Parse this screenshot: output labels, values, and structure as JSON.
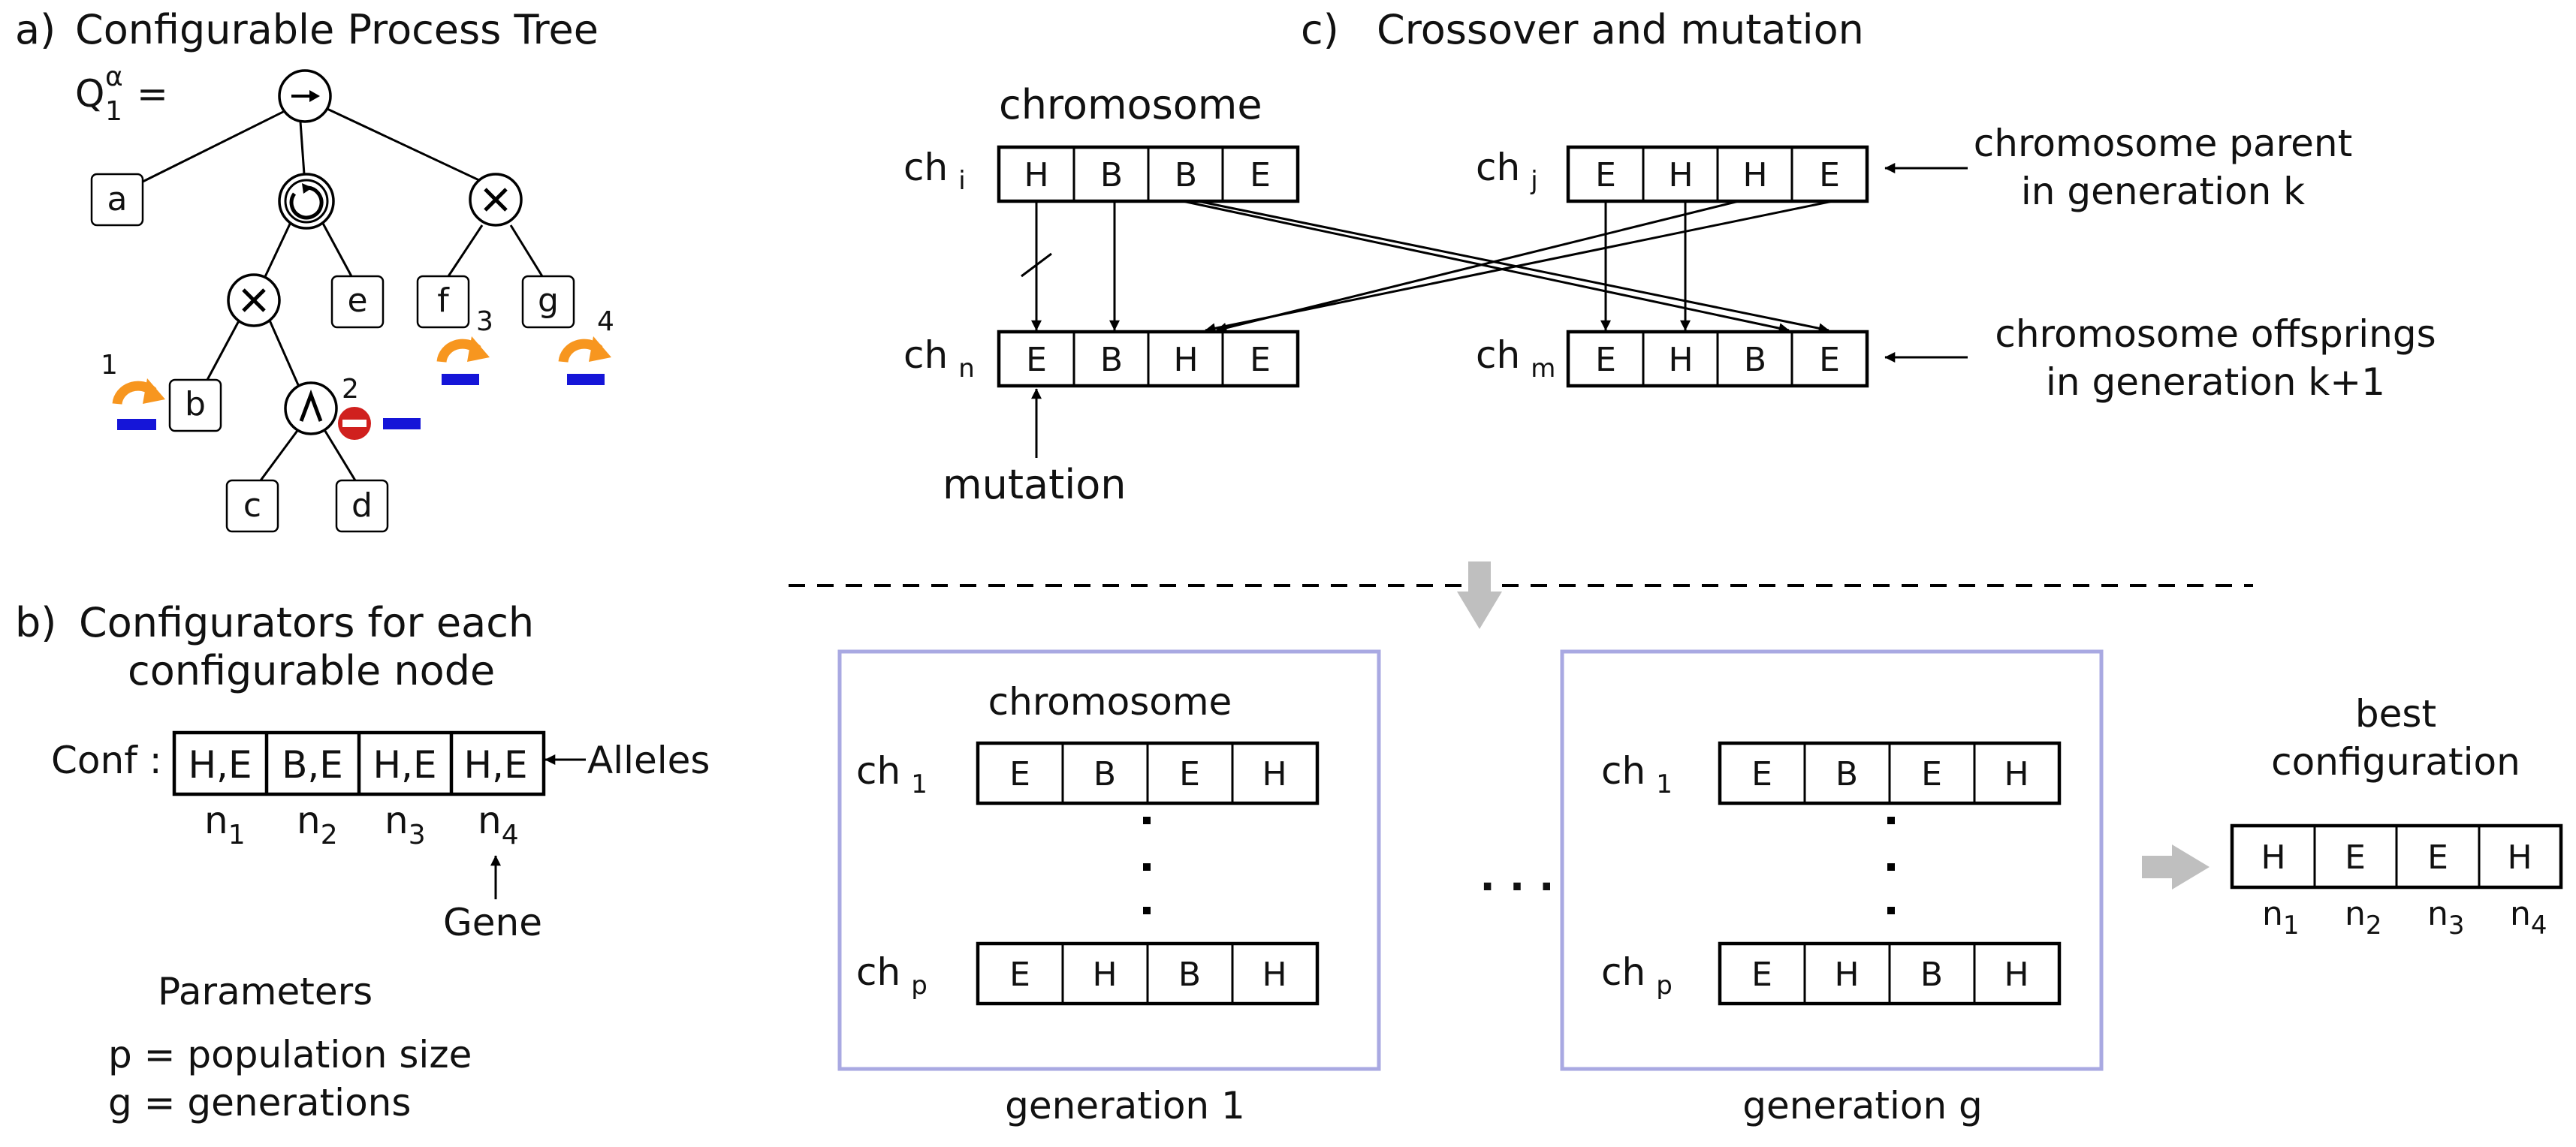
{
  "panel_a": {
    "letter": "a)",
    "title": "Configurable Process Tree",
    "tree_name": "Q",
    "tree_sup": "α",
    "tree_sub": "1",
    "tree_eq": "=",
    "leaves": {
      "a": "a",
      "b": "b",
      "c": "c",
      "d": "d",
      "e": "e",
      "f": "f",
      "g": "g"
    },
    "operators": {
      "root": "→",
      "loop": "↻",
      "xor_top": "×",
      "xor_left": "×",
      "and": "∧"
    },
    "config_nums": [
      "1",
      "2",
      "3",
      "4"
    ],
    "colors": {
      "hide_arrow": "#f7961f",
      "dash": "#1515d8",
      "block": "#d0201e"
    }
  },
  "panel_b": {
    "letter": "b)",
    "title_line1": "Configurators for each",
    "title_line2": "configurable node",
    "conf_label": "Conf :",
    "cells": [
      "H,E",
      "B,E",
      "H,E",
      "H,E"
    ],
    "node_labels": [
      {
        "base": "n",
        "sub": "1"
      },
      {
        "base": "n",
        "sub": "2"
      },
      {
        "base": "n",
        "sub": "3"
      },
      {
        "base": "n",
        "sub": "4"
      }
    ],
    "alleles_label": "Alleles",
    "gene_label": "Gene",
    "params_title": "Parameters",
    "param_p": "p = population size",
    "param_g": "g = generations"
  },
  "panel_c": {
    "letter": "c)",
    "title": "Crossover and mutation",
    "chromosome_label": "chromosome",
    "ch_base": "ch",
    "ch_i_sub": "i",
    "ch_j_sub": "j",
    "ch_n_sub": "n",
    "ch_m_sub": "m",
    "ch_i": [
      "H",
      "B",
      "B",
      "E"
    ],
    "ch_j": [
      "E",
      "H",
      "H",
      "E"
    ],
    "ch_n": [
      "E",
      "B",
      "H",
      "E"
    ],
    "ch_m": [
      "E",
      "H",
      "B",
      "E"
    ],
    "parent_line1": "chromosome parent",
    "parent_line2": "in generation k",
    "offspring_line1": "chromosome offsprings",
    "offspring_line2": "in generation k+1",
    "mutation_label": "mutation"
  },
  "generations": {
    "chromosome_label": "chromosome",
    "ch_base": "ch",
    "first_sub": "1",
    "last_sub": "p",
    "gen1_label": "generation 1",
    "geng_label": "generation g",
    "gen1_ch1": [
      "E",
      "B",
      "E",
      "H"
    ],
    "gen1_chp": [
      "E",
      "H",
      "B",
      "H"
    ],
    "geng_ch1": [
      "E",
      "B",
      "E",
      "H"
    ],
    "geng_chp": [
      "E",
      "H",
      "B",
      "H"
    ],
    "ellipsis": "· · ·",
    "colors": {
      "box_border": "#a9a9e2",
      "flow_arrow": "#bfbfbf"
    }
  },
  "best": {
    "line1": "best",
    "line2": "configuration",
    "cells": [
      "H",
      "E",
      "E",
      "H"
    ],
    "node_labels": [
      {
        "base": "n",
        "sub": "1"
      },
      {
        "base": "n",
        "sub": "2"
      },
      {
        "base": "n",
        "sub": "3"
      },
      {
        "base": "n",
        "sub": "4"
      }
    ]
  }
}
